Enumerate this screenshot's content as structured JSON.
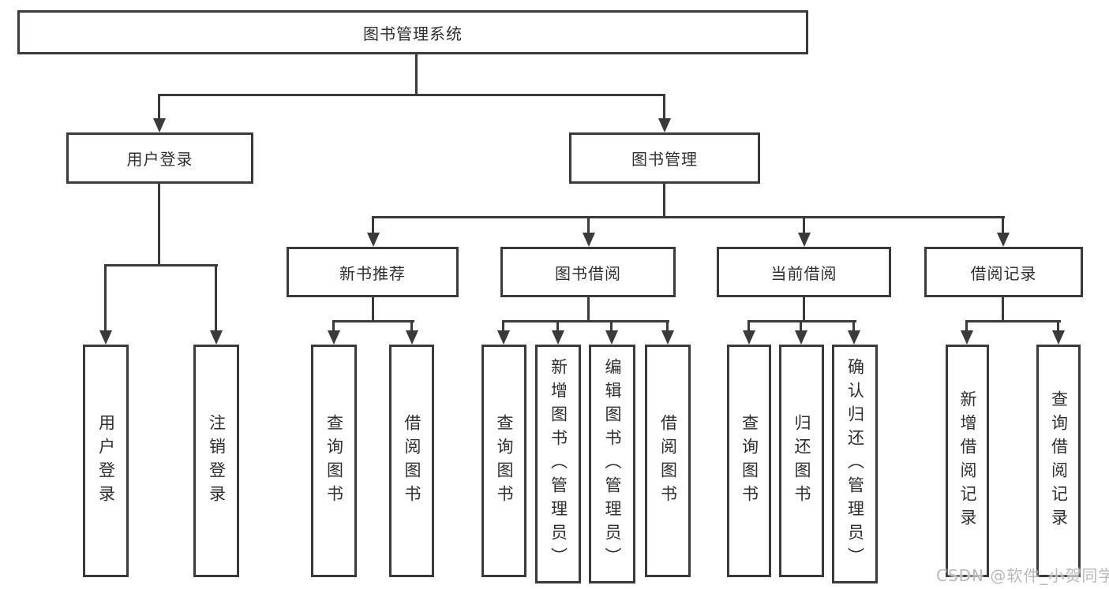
{
  "diagram": {
    "root": "图书管理系统",
    "level2": {
      "user": "用户登录",
      "book": "图书管理"
    },
    "level3": {
      "newbook": "新书推荐",
      "borrow": "图书借阅",
      "current": "当前借阅",
      "records": "借阅记录"
    },
    "leaves": {
      "user_login": "用户登录",
      "logout": "注销登录",
      "nb_query": "查询图书",
      "nb_borrow": "借阅图书",
      "bb_query": "查询图书",
      "bb_add": "新增图书（管理员）",
      "bb_edit": "编辑图书（管理员）",
      "bb_borrow": "借阅图书",
      "cb_query": "查询图书",
      "cb_return": "归还图书",
      "cb_confirm": "确认归还（管理员）",
      "rec_add": "新增借阅记录",
      "rec_query": "查询借阅记录"
    }
  },
  "colors": {
    "line": "#3a3a3a",
    "text": "#2f2f2f",
    "background": "#ffffff",
    "watermark": "#b9b9b9"
  },
  "watermark": {
    "text": "CSDN @软件_小贺同学"
  }
}
